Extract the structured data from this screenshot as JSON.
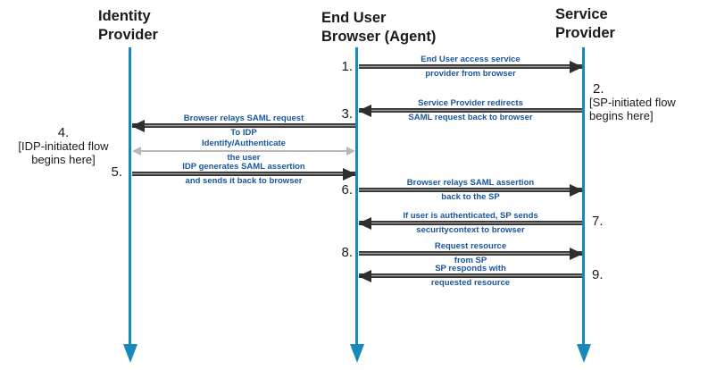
{
  "diagram_type": "saml-sso-sequence-diagram",
  "actors": {
    "idp": {
      "name": "Identity Provider",
      "line1": "Identity",
      "line2": "Provider"
    },
    "browser": {
      "name": "End User Browser (Agent)",
      "line1": "End User",
      "line2": "Browser (Agent)"
    },
    "sp": {
      "name": "Service Provider",
      "line1": "Service",
      "line2": "Provider"
    }
  },
  "annotations": {
    "idp_initiated": {
      "number": "4.",
      "line1": "[IDP-initiated flow",
      "line2": "begins here]"
    },
    "sp_initiated": {
      "number": "2.",
      "line1": "[SP-initiated flow",
      "line2": "begins here]"
    }
  },
  "messages": {
    "m1": {
      "number": "1.",
      "from": "browser",
      "to": "sp",
      "line1": "End User access service",
      "line2": "provider from browser"
    },
    "m2": {
      "number": "2.",
      "from": "sp",
      "to": "browser",
      "line1": "Service Provider redirects",
      "line2": "SAML request back to browser"
    },
    "m3": {
      "number": "3.",
      "from": "browser",
      "to": "idp",
      "line1": "Browser relays SAML request",
      "line2": "To IDP"
    },
    "m4": {
      "number": "4.",
      "from": "idp",
      "to": "browser",
      "style": "gray-bidirectional",
      "line1": "Identify/Authenticate",
      "line2": "the user"
    },
    "m5": {
      "number": "5.",
      "from": "idp",
      "to": "browser",
      "line1": "IDP generates SAML assertion",
      "line2": "and sends it back to browser"
    },
    "m6": {
      "number": "6.",
      "from": "browser",
      "to": "sp",
      "line1": "Browser relays SAML assertion",
      "line2": "back to the SP"
    },
    "m7": {
      "number": "7.",
      "from": "sp",
      "to": "browser",
      "line1": "If user is authenticated, SP sends",
      "line2": "securitycontext to browser"
    },
    "m8": {
      "number": "8.",
      "from": "browser",
      "to": "sp",
      "line1": "Request resource",
      "line2": "from SP"
    },
    "m9": {
      "number": "9.",
      "from": "sp",
      "to": "browser",
      "line1": "SP responds with",
      "line2": "requested resource"
    }
  },
  "colors": {
    "lifeline": "#1789b9",
    "arrow": "#2e2e2e",
    "gray_arrow": "#b8b8b8",
    "message_text": "#17569c",
    "label_text": "#1a1a1a"
  }
}
